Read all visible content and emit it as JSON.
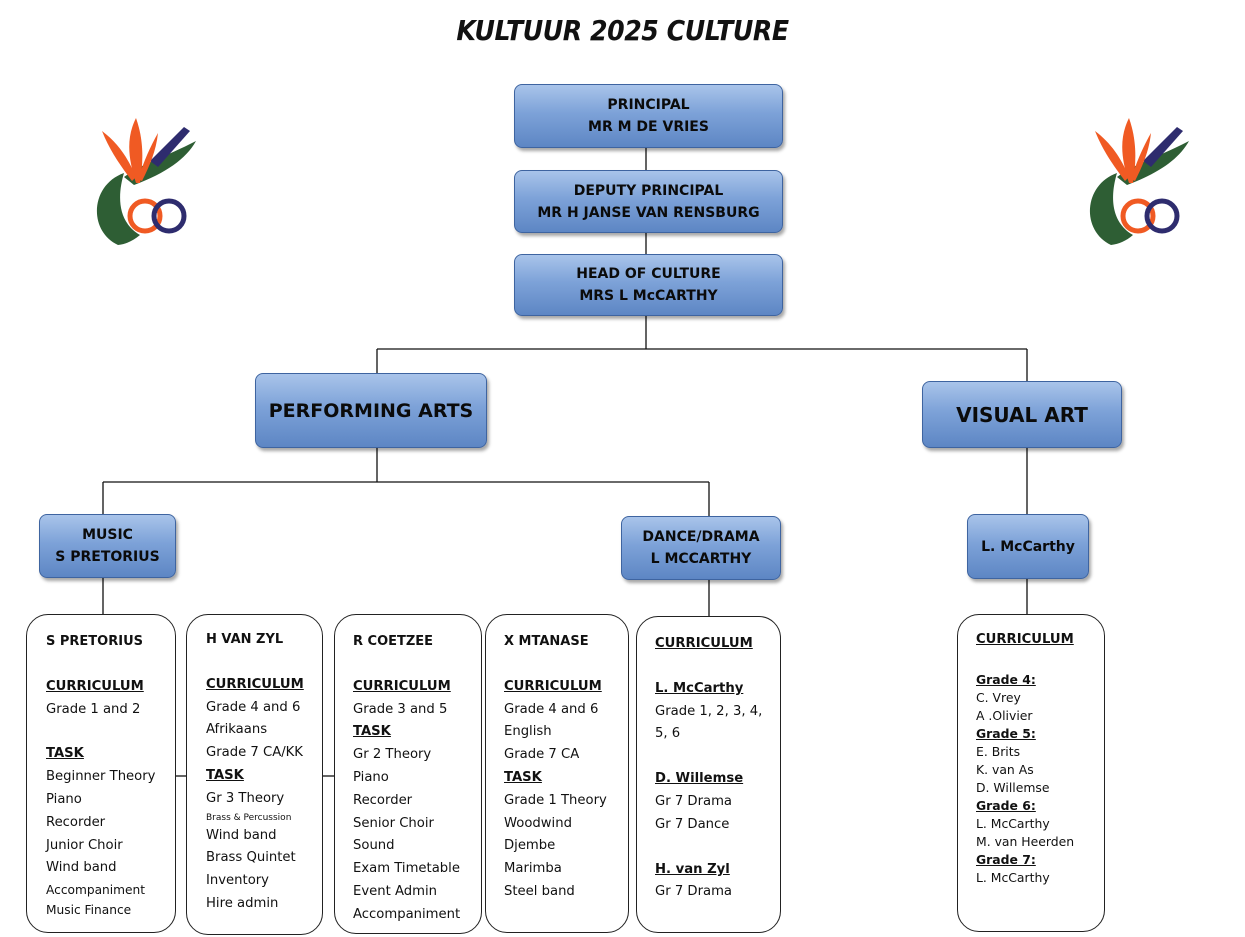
{
  "title": "KULTUUR 2025 CULTURE",
  "colors": {
    "box_top": "#a9c4ea",
    "box_bottom": "#5d86c4",
    "box_border": "#3e64a0",
    "logo_orange": "#f05a23",
    "logo_green": "#2e5e34",
    "logo_navy": "#2e2c6e"
  },
  "icons": [
    "school-logo-left-icon",
    "school-logo-right-icon"
  ],
  "hierarchy": {
    "principal": {
      "role": "PRINCIPAL",
      "name": "MR M DE VRIES"
    },
    "deputy": {
      "role": "DEPUTY PRINCIPAL",
      "name": "MR H JANSE VAN RENSBURG"
    },
    "head_culture": {
      "role": "HEAD OF CULTURE",
      "name": "MRS L McCARTHY"
    },
    "performing_arts": "PERFORMING ARTS",
    "visual_art": "VISUAL ART",
    "music": {
      "role": "MUSIC",
      "name": "S PRETORIUS"
    },
    "dance_drama": {
      "role": "DANCE/DRAMA",
      "name": "L MCCARTHY"
    },
    "visual_lead": "L. McCarthy"
  },
  "cards": {
    "pretorius": {
      "name": "S PRETORIUS",
      "curriculum_label": "CURRICULUM",
      "curriculum": [
        "Grade 1 and 2"
      ],
      "task_label": "TASK",
      "tasks": [
        "Beginner Theory",
        "Piano",
        "Recorder",
        "Junior Choir",
        "Wind band"
      ],
      "tasks_small": [
        "Accompaniment",
        "Music Finance"
      ]
    },
    "vanzyl": {
      "name": "H VAN ZYL",
      "curriculum_label": "CURRICULUM",
      "curriculum": [
        "Grade 4 and 6",
        "Afrikaans",
        "Grade 7 CA/KK"
      ],
      "task_label": "TASK",
      "tasks_a": [
        "Gr 3 Theory"
      ],
      "tasks_tiny": "Brass & Percussion",
      "tasks_b": [
        "Wind band",
        "Brass Quintet",
        "Inventory",
        "Hire admin"
      ]
    },
    "coetzee": {
      "name": "R COETZEE",
      "curriculum_label": "CURRICULUM",
      "curriculum": [
        "Grade 3 and 5"
      ],
      "task_label": "TASK",
      "tasks": [
        "Gr 2 Theory",
        "Piano",
        "Recorder",
        "Senior Choir",
        "Sound",
        "Exam Timetable",
        "Event Admin",
        "Accompaniment"
      ]
    },
    "mtanase": {
      "name": "X MTANASE",
      "curriculum_label": "CURRICULUM",
      "curriculum": [
        "Grade 4 and 6",
        "English",
        "Grade 7 CA"
      ],
      "task_label": "TASK",
      "tasks": [
        "Grade 1 Theory",
        "Woodwind",
        "Djembe",
        "Marimba",
        "Steel band"
      ]
    },
    "dance": {
      "curriculum_label": "CURRICULUM",
      "teacher1": "L. McCarthy",
      "teacher1_lines": [
        "Grade 1, 2, 3, 4,",
        "5, 6"
      ],
      "teacher2": "D. Willemse",
      "teacher2_lines": [
        "Gr 7 Drama",
        "Gr 7 Dance"
      ],
      "teacher3": "H. van Zyl",
      "teacher3_lines": [
        "Gr 7 Drama"
      ]
    },
    "visual": {
      "curriculum_label": "CURRICULUM",
      "g4_label": "Grade 4:",
      "g4": [
        "C. Vrey",
        "A .Olivier"
      ],
      "g5_label": "Grade 5:",
      "g5": [
        "E. Brits",
        "K. van As",
        "D. Willemse"
      ],
      "g6_label": "Grade 6:",
      "g6": [
        "L. McCarthy",
        "M. van Heerden"
      ],
      "g7_label": "Grade 7:",
      "g7": [
        "L. McCarthy"
      ]
    }
  }
}
